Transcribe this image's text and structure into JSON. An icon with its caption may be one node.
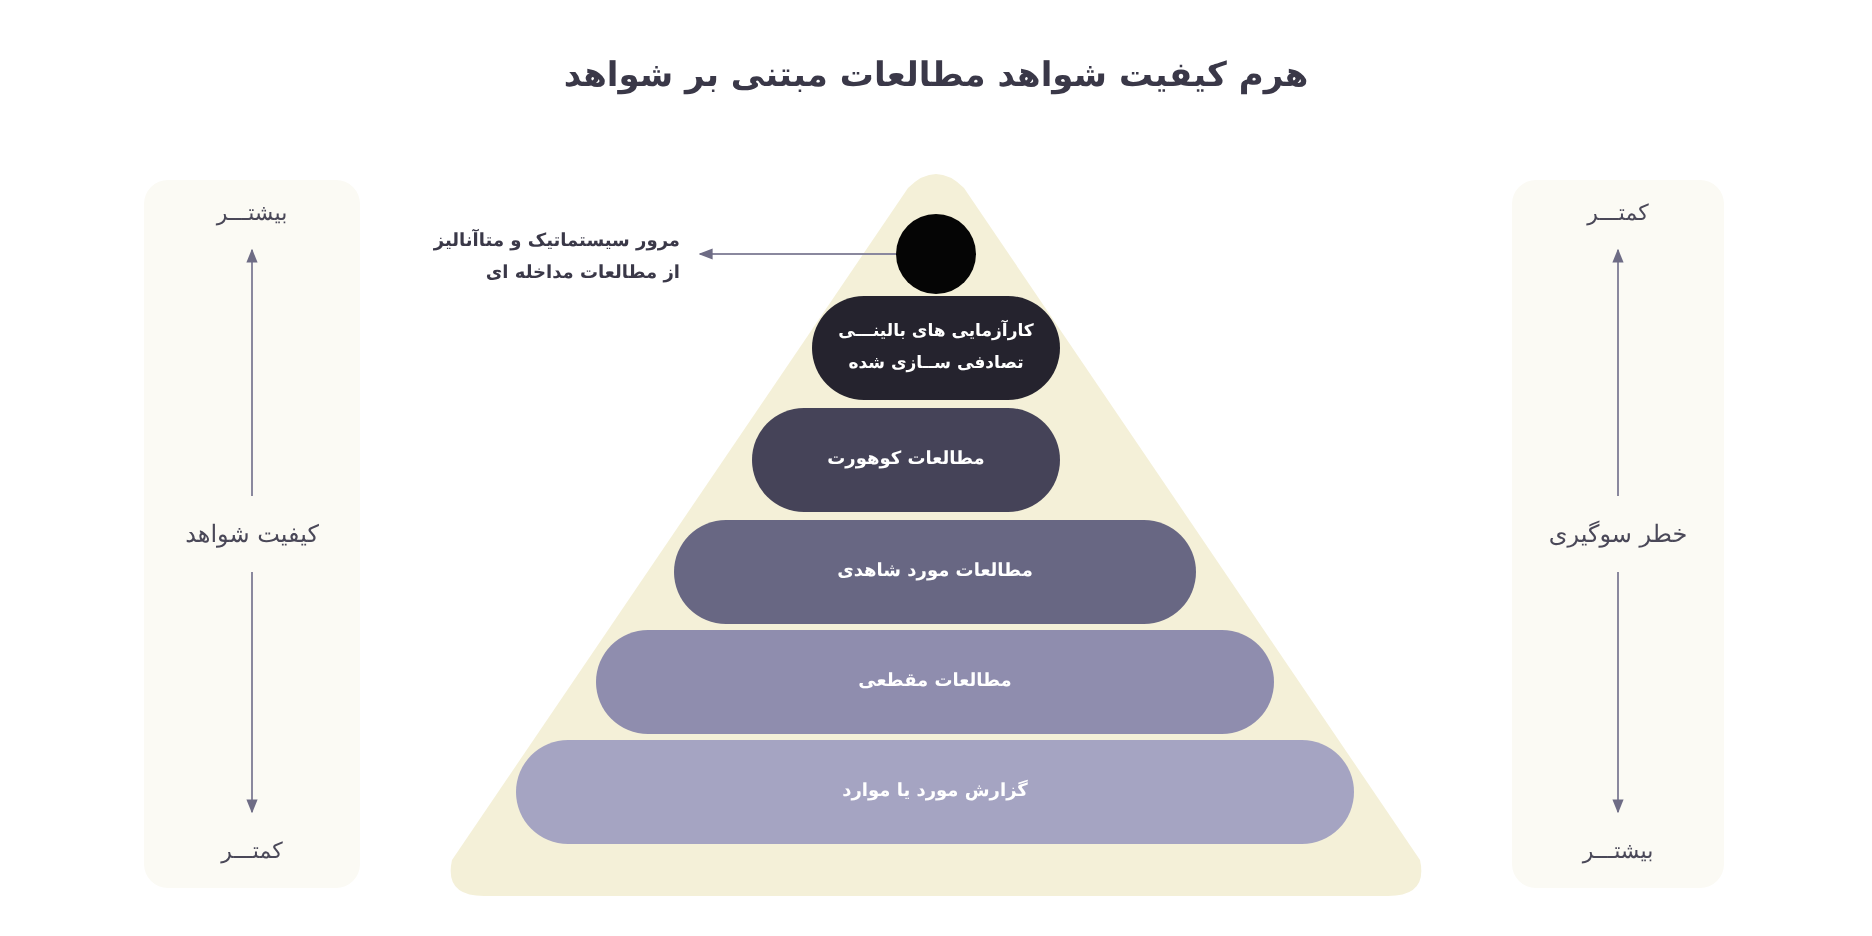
{
  "diagram": {
    "title": "هرم کیفیت شواهد مطالعات مبتنی بر شواهد",
    "nodes": [
      {
        "text": [],
        "shape": "triangle"
      },
      {
        "text": [],
        "shape": "circle",
        "in": 0
      },
      {
        "text": [
          "کارآزمایی های بالینـــی تصادفی ســازی شده"
        ],
        "in": 0
      },
      {
        "text": [
          "مطالعات کوهورت"
        ],
        "in": 0
      },
      {
        "text": [
          "مطالعات مورد شاهدی"
        ],
        "in": 0
      },
      {
        "text": [
          "مطالعات مقطعی"
        ],
        "in": 0
      },
      {
        "text": [
          "گزارش مورد یا موارد"
        ],
        "in": 0
      },
      {
        "text": [
          "مرور سیستماتیک و متاآنالیز از مطالعات مداخله ای"
        ]
      },
      {
        "text": [],
        "shape": "box"
      },
      {
        "text": [
          "بیشتـــر"
        ],
        "in": 8
      },
      {
        "text": [
          "کیفیت شواهد"
        ],
        "in": 8
      },
      {
        "text": [
          "کمتـــر"
        ],
        "in": 8
      },
      {
        "text": [],
        "shape": "box"
      },
      {
        "text": [
          "کمتـــر"
        ],
        "in": 12
      },
      {
        "text": [
          "خطر سوگیری"
        ],
        "in": 12
      },
      {
        "text": [
          "بیشتـــر"
        ],
        "in": 12
      }
    ],
    "edges": [
      {
        "from": 1,
        "to": 7,
        "arrow": "to"
      },
      {
        "from": 10,
        "to": 9,
        "arrow": "to"
      },
      {
        "from": 10,
        "to": 11,
        "arrow": "to"
      },
      {
        "from": 14,
        "to": 13,
        "arrow": "to"
      },
      {
        "from": 14,
        "to": 15,
        "arrow": "to"
      }
    ]
  }
}
